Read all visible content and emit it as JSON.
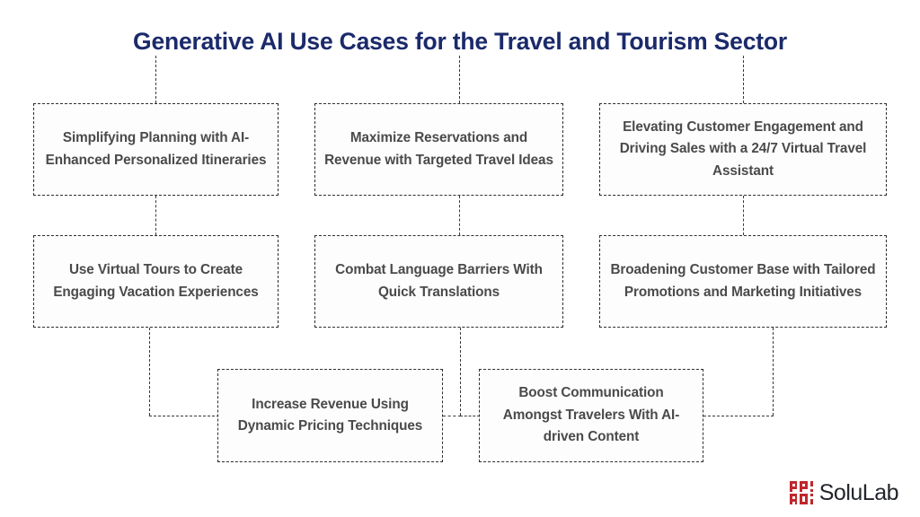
{
  "header": {
    "title": "Generative AI Use Cases for the Travel and Tourism Sector",
    "title_color": "#1b2a6b"
  },
  "diagram": {
    "node_text_color": "#4a4a4a",
    "border_style": "dashed",
    "border_color": "#2e2e2e",
    "rows": [
      {
        "nodes": [
          {
            "id": "node-1",
            "label": "Simplifying Planning with AI-Enhanced Personalized Itineraries"
          },
          {
            "id": "node-2",
            "label": "Maximize Reservations and Revenue with Targeted Travel Ideas"
          },
          {
            "id": "node-3",
            "label": "Elevating Customer Engagement and Driving Sales with a 24/7 Virtual Travel Assistant"
          }
        ]
      },
      {
        "nodes": [
          {
            "id": "node-4",
            "label": "Use Virtual Tours to Create Engaging Vacation Experiences"
          },
          {
            "id": "node-5",
            "label": "Combat Language Barriers With Quick Translations"
          },
          {
            "id": "node-6",
            "label": "Broadening Customer Base with Tailored Promotions and Marketing Initiatives"
          }
        ]
      },
      {
        "nodes": [
          {
            "id": "node-7",
            "label": "Increase Revenue Using Dynamic Pricing Techniques"
          },
          {
            "id": "node-8",
            "label": "Boost Communication Amongst Travelers With AI-driven Content"
          }
        ]
      }
    ]
  },
  "branding": {
    "name": "SoluLab",
    "mark_color": "#c0272d",
    "mark_name": "solulab-pixel-mark"
  }
}
